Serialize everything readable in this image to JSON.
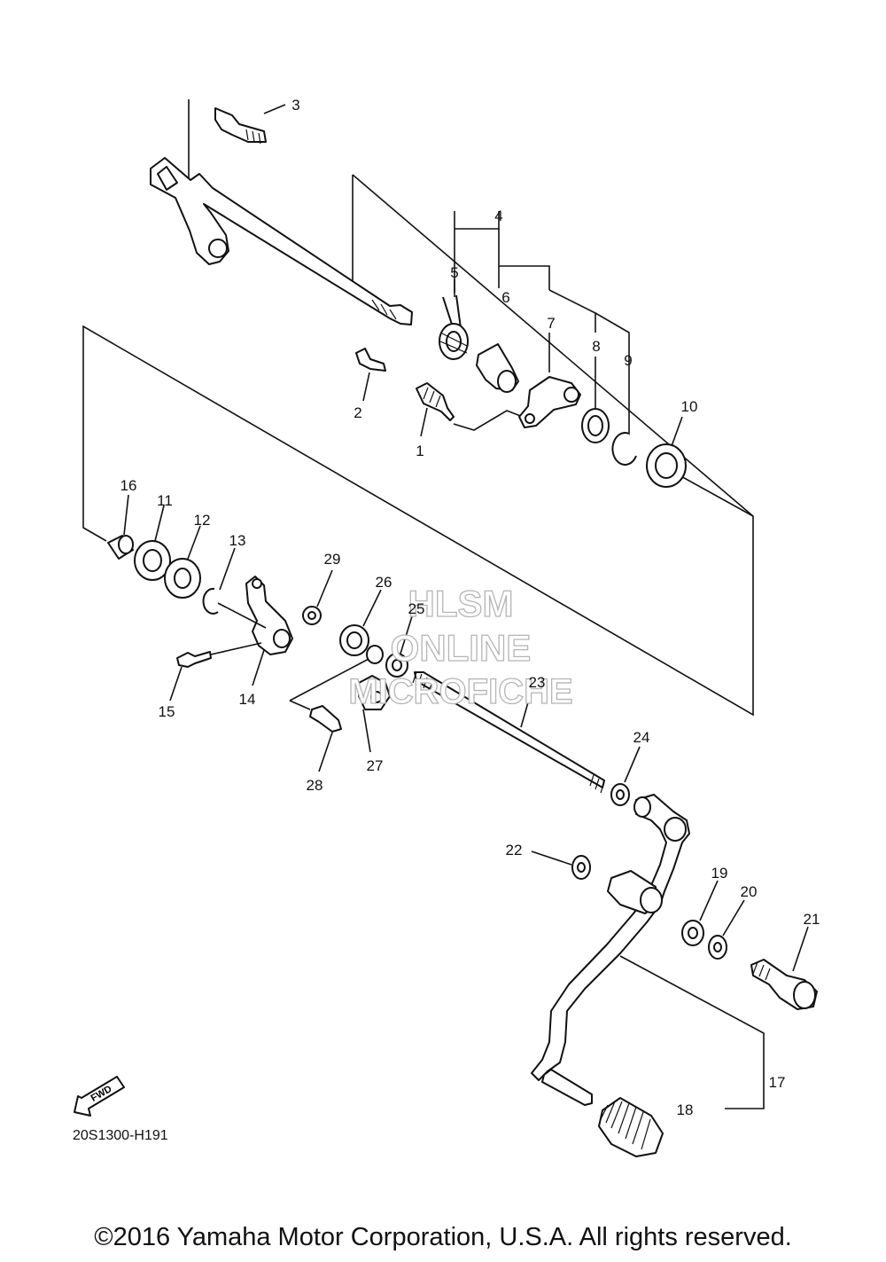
{
  "diagram": {
    "part_numbers": [
      "1",
      "2",
      "3",
      "4",
      "5",
      "6",
      "7",
      "8",
      "9",
      "10",
      "11",
      "12",
      "13",
      "14",
      "15",
      "16",
      "17",
      "18",
      "19",
      "20",
      "21",
      "22",
      "23",
      "24",
      "25",
      "26",
      "27",
      "28",
      "29"
    ],
    "fwd_label": "FWD",
    "drawing_code": "20S1300-H191",
    "watermark": [
      "HLSM",
      "ONLINE",
      "MICROFICHE"
    ],
    "copyright": "©2016 Yamaha Motor Corporation, U.S.A. All rights reserved."
  }
}
